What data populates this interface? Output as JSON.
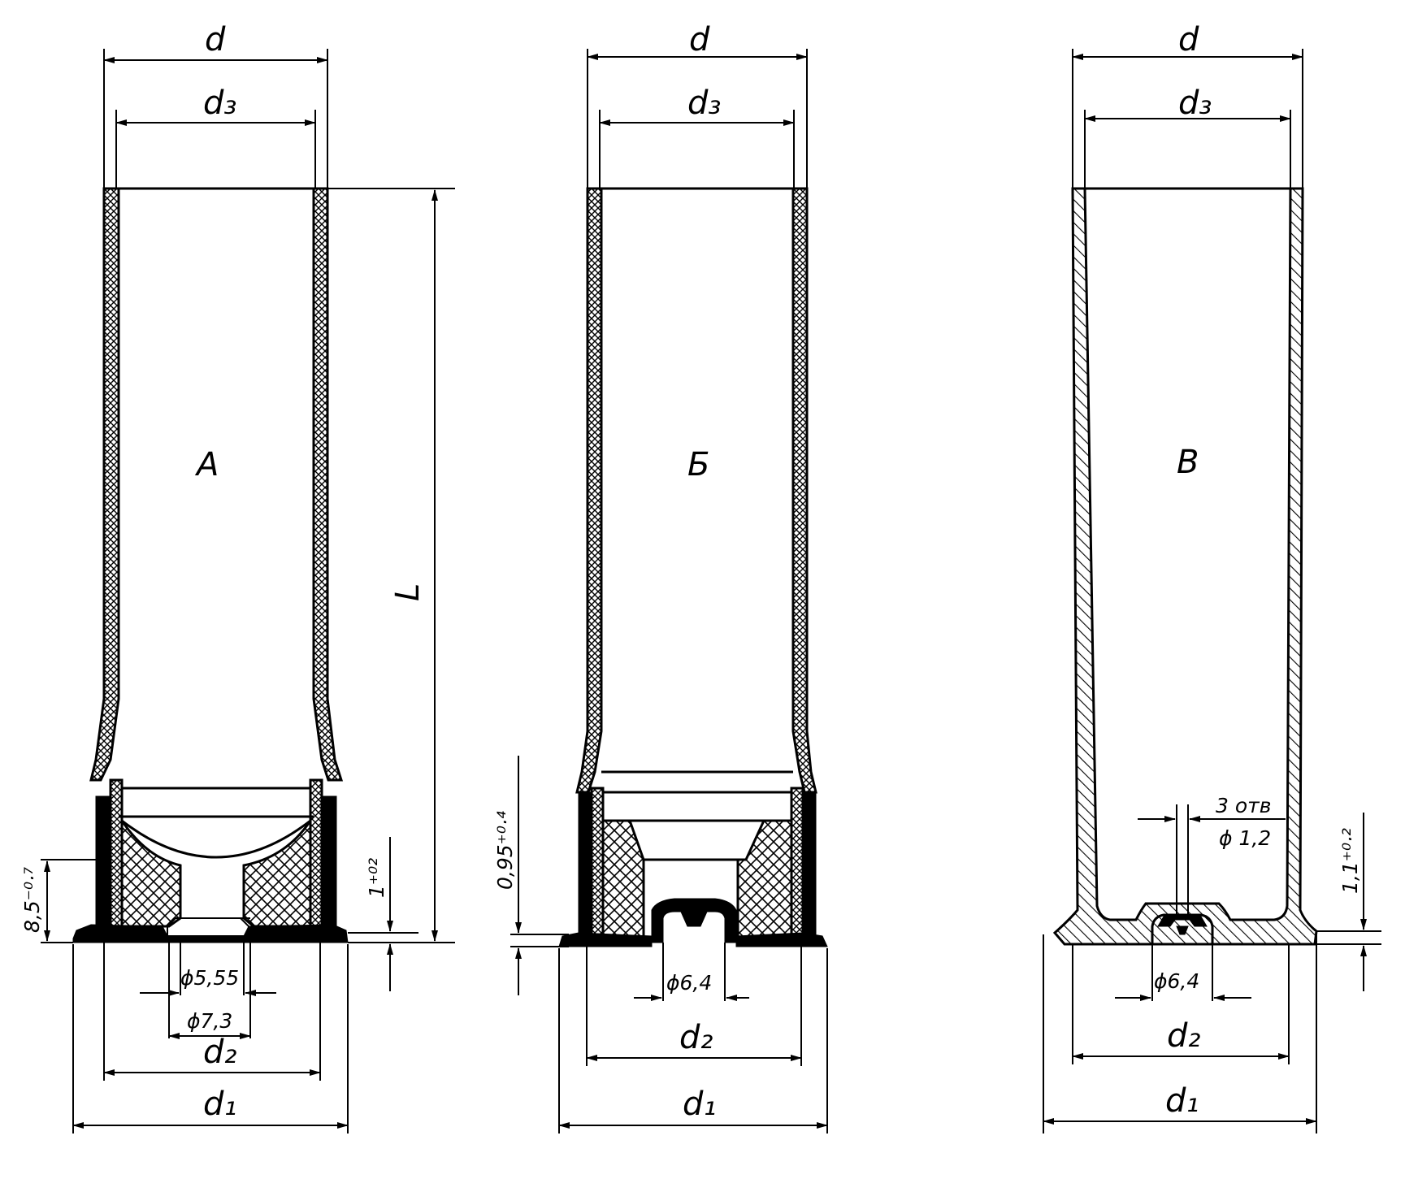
{
  "cartridges": [
    {
      "id": "A",
      "label": "А",
      "dims": {
        "d": "d",
        "d3": "d₃",
        "d2": "d₂",
        "d1": "d₁",
        "L": "L",
        "hole_inner": "ϕ5,55",
        "hole_outer": "ϕ7,3",
        "left_tol": "8,5⁻⁰·⁷",
        "right_tol": "1⁺⁰²"
      }
    },
    {
      "id": "B",
      "label": "Б",
      "dims": {
        "d": "d",
        "d3": "d₃",
        "d2": "d₂",
        "d1": "d₁",
        "hole": "ϕ6,4",
        "left_tol": "0,95⁺⁰·⁴"
      }
    },
    {
      "id": "V",
      "label": "В",
      "dims": {
        "d": "d",
        "d3": "d₃",
        "d2": "d₂",
        "d1": "d₁",
        "hole": "ϕ6,4",
        "holes_note_1": "3 отв",
        "holes_note_2": "ϕ 1,2",
        "right_tol": "1,1⁺⁰·²"
      }
    }
  ],
  "colors": {
    "line": "#000000",
    "background": "#ffffff"
  }
}
